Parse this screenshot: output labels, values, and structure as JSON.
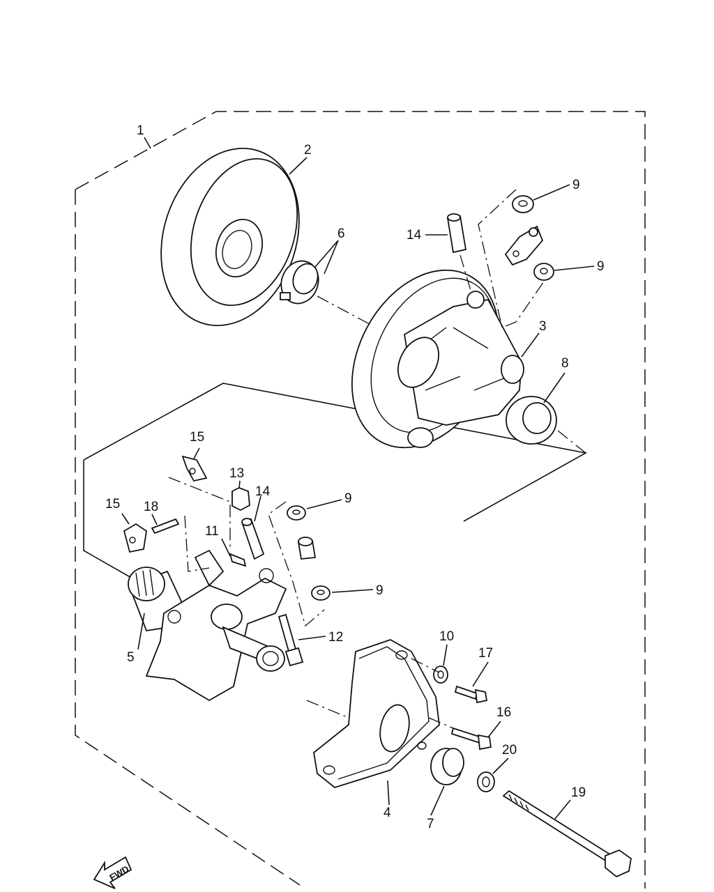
{
  "callouts": [
    {
      "id": "c1",
      "text": "1"
    },
    {
      "id": "c2",
      "text": "2"
    },
    {
      "id": "c3",
      "text": "3"
    },
    {
      "id": "c4",
      "text": "4"
    },
    {
      "id": "c5",
      "text": "5"
    },
    {
      "id": "c6",
      "text": "6"
    },
    {
      "id": "c7",
      "text": "7"
    },
    {
      "id": "c8",
      "text": "8"
    },
    {
      "id": "c9a",
      "text": "9"
    },
    {
      "id": "c9b",
      "text": "9"
    },
    {
      "id": "c9c",
      "text": "9"
    },
    {
      "id": "c9d",
      "text": "9"
    },
    {
      "id": "c10",
      "text": "10"
    },
    {
      "id": "c11",
      "text": "11"
    },
    {
      "id": "c12",
      "text": "12"
    },
    {
      "id": "c13",
      "text": "13"
    },
    {
      "id": "c14a",
      "text": "14"
    },
    {
      "id": "c14b",
      "text": "14"
    },
    {
      "id": "c15a",
      "text": "15"
    },
    {
      "id": "c15b",
      "text": "15"
    },
    {
      "id": "c16",
      "text": "16"
    },
    {
      "id": "c17",
      "text": "17"
    },
    {
      "id": "c18",
      "text": "18"
    },
    {
      "id": "c19",
      "text": "19"
    },
    {
      "id": "c20",
      "text": "20"
    }
  ],
  "fwd_label": "FWD"
}
